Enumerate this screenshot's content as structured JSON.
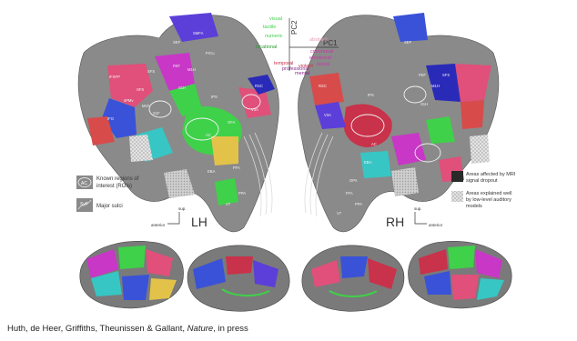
{
  "pc_legend": {
    "axis_y": "PC2",
    "axis_x": "PC1",
    "green_terms": [
      "visual",
      "tactile",
      "numeric",
      "locational"
    ],
    "pink_terms": [
      "abstract",
      "communal",
      "emotional",
      "social"
    ],
    "mixed_terms": [
      "temporal",
      "professional",
      "mental",
      "violent"
    ]
  },
  "legend": {
    "roi_label": "AC",
    "roi_text_1": "Known regions of",
    "roi_text_2": "interest (ROIs)",
    "sulci_label": "SyF",
    "sulci_text": "Major sulci",
    "dropout_text_1": "Areas affected by MRI",
    "dropout_text_2": "signal dropout",
    "auditory_text_1": "Areas explained well",
    "auditory_text_2": "by low-level auditory",
    "auditory_text_3": "models"
  },
  "hemispheres": {
    "left": "LH",
    "right": "RH",
    "sup": "sup.",
    "anterior": "anterior"
  },
  "roi_labels": [
    "SEF",
    "SMFA",
    "SFS",
    "FEF",
    "PrCu",
    "IFSFP",
    "M1H",
    "S1H",
    "IPS",
    "AC",
    "SFS",
    "S1F",
    "M1F",
    "sPMv",
    "IFG",
    "OFA",
    "FFA",
    "PPA",
    "V7",
    "EBA",
    "V3A",
    "RSC",
    "SEF",
    "FEF",
    "M1H",
    "S1H",
    "IPS",
    "AC",
    "RSC",
    "V3A",
    "SFS",
    "EBA",
    "OPA",
    "FFA",
    "PPA",
    "V7"
  ],
  "caption": {
    "authors": "Huth, de Heer, Griffiths, Theunissen & Gallant, ",
    "journal": "Nature",
    "status": ", in press"
  },
  "colors": {
    "cortex": "#8a8a8a",
    "cortex_dark": "#6f6f6f",
    "green": "#3fd14a",
    "pink": "#e0507a",
    "blue": "#3a52d8",
    "cyan": "#37c6c4",
    "magenta": "#c837c6",
    "yellow": "#e3c24a"
  }
}
